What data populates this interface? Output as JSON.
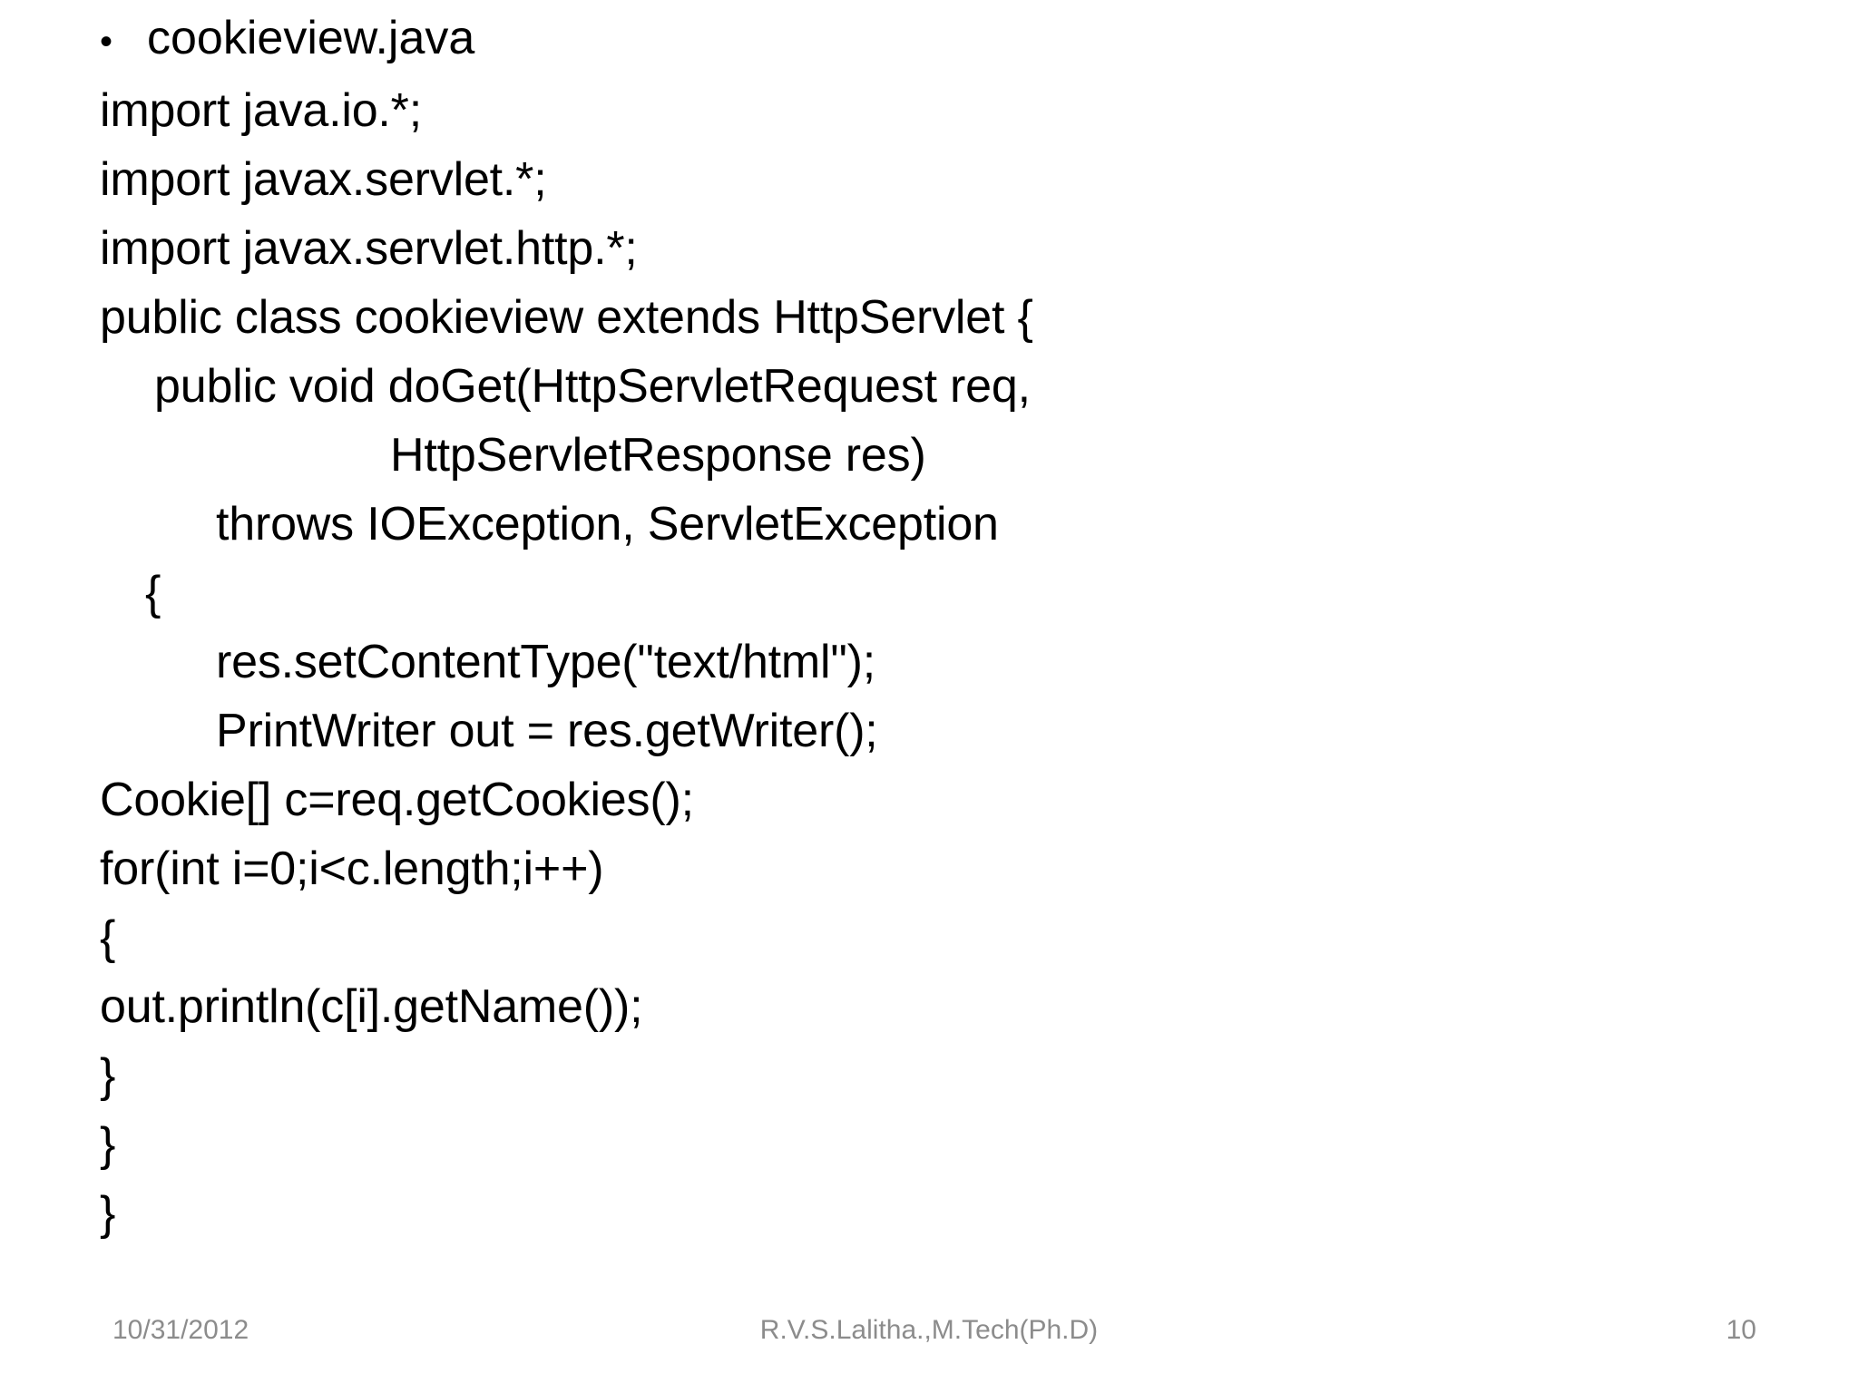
{
  "slide": {
    "title_line": {
      "bullet_glyph": "•",
      "text": "cookieview.java"
    },
    "code_lines": [
      {
        "indent": 0,
        "text": "import java.io.*;"
      },
      {
        "indent": 0,
        "text": "import javax.servlet.*;"
      },
      {
        "indent": 0,
        "text": "import javax.servlet.http.*;"
      },
      {
        "indent": 0,
        "text": "public class cookieview extends HttpServlet {"
      },
      {
        "indent": 1,
        "text": "public void doGet(HttpServletRequest req,"
      },
      {
        "indent": 3,
        "text": "HttpServletResponse res)"
      },
      {
        "indent": 2,
        "text": "throws IOException, ServletException"
      },
      {
        "indent": 4,
        "text": "{"
      },
      {
        "indent": 2,
        "text": "res.setContentType(\"text/html\");"
      },
      {
        "indent": 2,
        "text": "PrintWriter out = res.getWriter();"
      },
      {
        "indent": 0,
        "text": "Cookie[] c=req.getCookies();"
      },
      {
        "indent": 0,
        "text": "for(int i=0;i<c.length;i++)"
      },
      {
        "indent": 0,
        "text": "{"
      },
      {
        "indent": 0,
        "text": "out.println(c[i].getName());"
      },
      {
        "indent": 0,
        "text": "}"
      },
      {
        "indent": 0,
        "text": "}"
      },
      {
        "indent": 0,
        "text": "}"
      }
    ],
    "footer": {
      "date": "10/31/2012",
      "author": "R.V.S.Lalitha.,M.Tech(Ph.D)",
      "page_number": "10"
    },
    "colors": {
      "background": "#ffffff",
      "text": "#000000",
      "footer_text": "#8c8c8c"
    }
  }
}
